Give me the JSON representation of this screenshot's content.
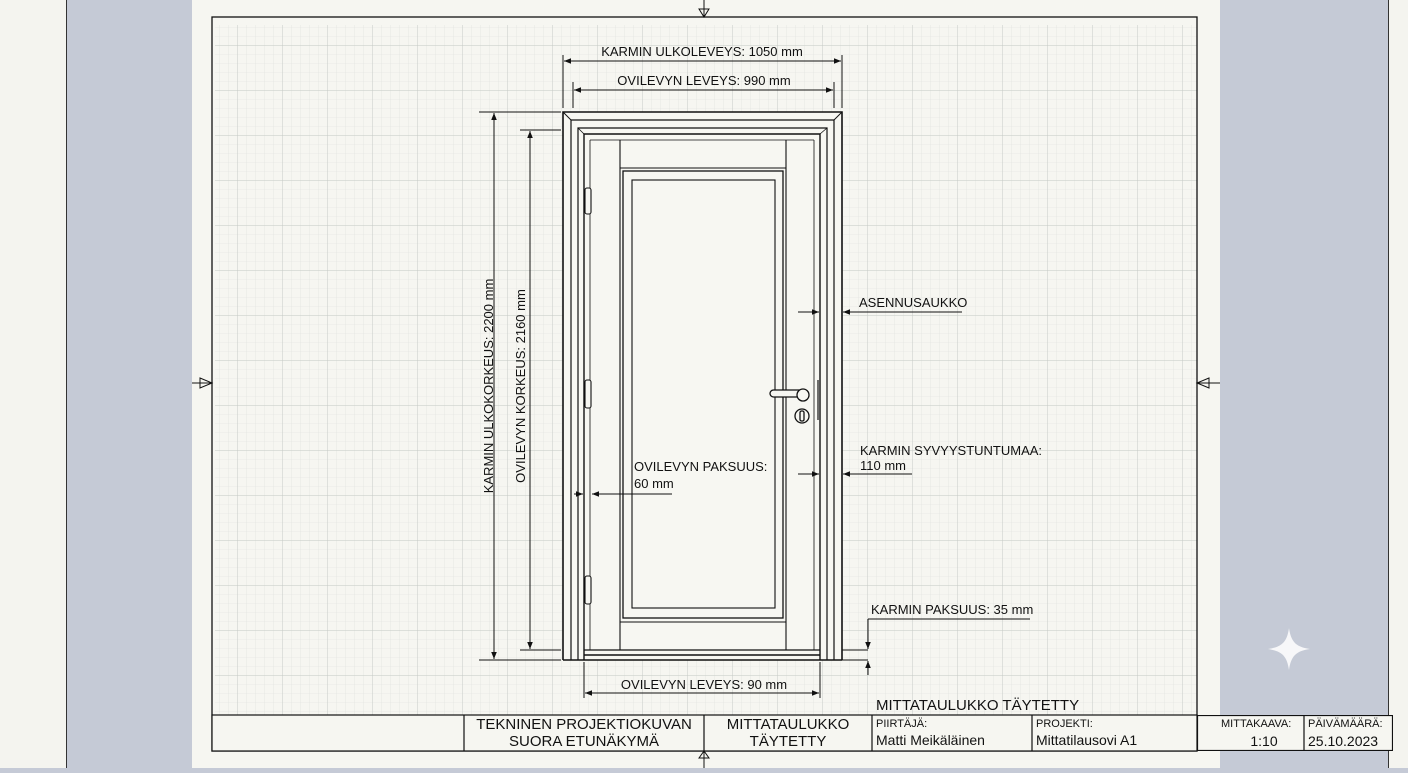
{
  "drawing": {
    "dimensions": {
      "frame_outer_width": "KARMIN ULKOLEVEYS: 1050 mm",
      "leaf_width": "OVILEVYN LEVEYS: 990 mm",
      "frame_outer_height": "KARMIN ULKOKORKEUS: 2200 mm",
      "leaf_height": "OVILEVYN KORKEUS: 2160 mm",
      "install_opening": "ASENNUSAUKKO",
      "frame_projection_label": "KARMIN SYVYYSTUNTUMAA:",
      "frame_projection_value": "110 mm",
      "leaf_thickness_label": "OVILEVYN PAKSUUS:",
      "leaf_thickness_value": "60 mm",
      "frame_thickness": "KARMIN PAKSUUS: 35 mm",
      "leaf_width_bottom": "OVILEVYN LEVEYS: 90 mm"
    },
    "status_note": "MITTATAULUKKO TÄYTETTY"
  },
  "title_block": {
    "title_line1": "TEKNINEN PROJEKTIOKUVAN",
    "title_line2": "SUORA ETUNÄKYMÄ",
    "status_line1": "MITTATAULUKKO",
    "status_line2": "TÄYTETTY",
    "drawer_label": "PIIRTÄJÄ:",
    "drawer_value": "Matti Meikäläinen",
    "project_label": "PROJEKTI:",
    "project_value": "Mittatilausovi A1",
    "scale_label": "MITTAKAAVA:",
    "scale_value": "1:10",
    "date_label": "PÄIVÄMÄÄRÄ:",
    "date_value": "25.10.2023"
  },
  "colors": {
    "paper": "#f6f6f1",
    "grid": "#d5d9d5",
    "line": "#111111",
    "background": "#c5cad6"
  }
}
